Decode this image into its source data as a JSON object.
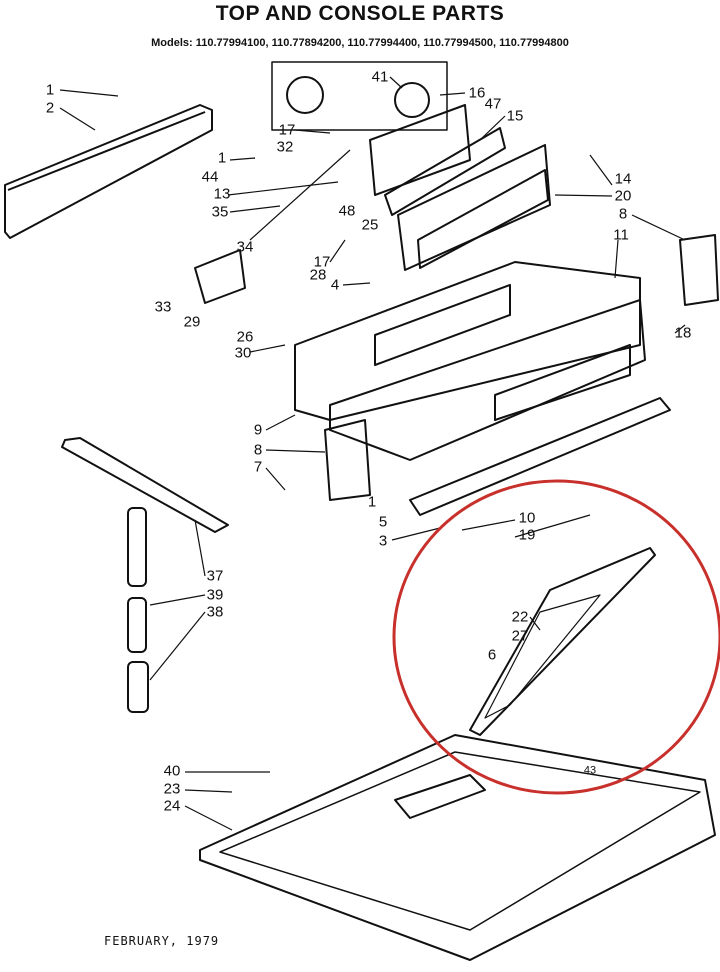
{
  "header": {
    "title": "TOP AND CONSOLE PARTS",
    "models": "Models: 110.77994100, 110.77894200, 110.77994400, 110.77994500, 110.77994800"
  },
  "footer": {
    "date": "FEBRUARY, 1979"
  },
  "highlight_color": "#c8302c",
  "callouts": [
    "1",
    "2",
    "41",
    "16",
    "47",
    "15",
    "17",
    "32",
    "1",
    "44",
    "13",
    "35",
    "48",
    "25",
    "34",
    "14",
    "20",
    "8",
    "11",
    "17",
    "28",
    "4",
    "33",
    "29",
    "26",
    "30",
    "18",
    "9",
    "8",
    "7",
    "1",
    "5",
    "3",
    "10",
    "19",
    "37",
    "39",
    "38",
    "22",
    "27",
    "6",
    "43",
    "40",
    "23",
    "24"
  ]
}
